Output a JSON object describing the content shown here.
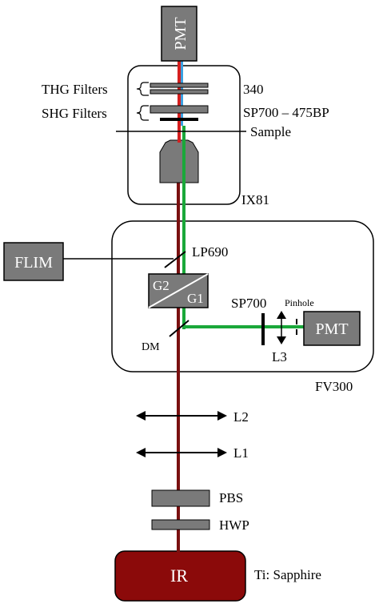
{
  "components": {
    "pmt_top": "PMT",
    "pmt_right": "PMT",
    "flim": "FLIM",
    "ir": "IR",
    "g2": "G2",
    "g1": "G1"
  },
  "labels": {
    "thg_filters": "THG Filters",
    "shg_filters": "SHG Filters",
    "thg_value": "340",
    "shg_value": "SP700 – 475BP",
    "sample": "Sample",
    "ix81": "IX81",
    "lp690": "LP690",
    "sp700": "SP700",
    "pinhole": "Pinhole",
    "dm": "DM",
    "l3": "L3",
    "fv300": "FV300",
    "l2": "L2",
    "l1": "L1",
    "pbs": "PBS",
    "hwp": "HWP",
    "ti_sapphire": "Ti: Sapphire"
  },
  "colors": {
    "ir_beam": "#7a1010",
    "red_beam": "#d42020",
    "blue_beam": "#3aa0e0",
    "green_beam": "#1aa83a",
    "component_gray": "#7a7a7a",
    "ir_source": "#8b0a0a"
  }
}
